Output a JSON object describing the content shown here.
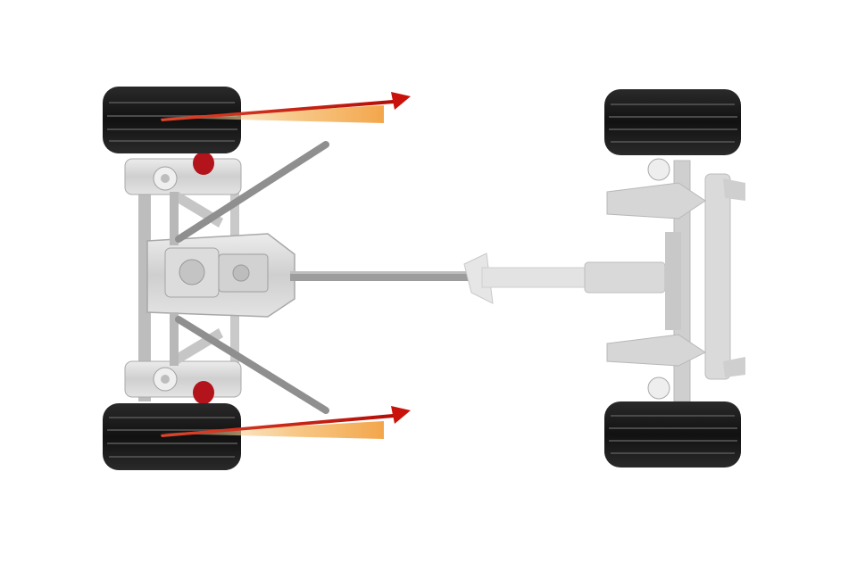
{
  "diagram": {
    "colors": {
      "background": "#ffffff",
      "tire": "#1b1b1b",
      "tire_groove": "#4a4a4a",
      "chassis": "#d4d4d4",
      "chassis_dark": "#a9a9a9",
      "chassis_light": "#e9e9e9",
      "arrow_red": "#c8120b",
      "arrow_glow": "#f7c98a",
      "brake_red": "#b3141c"
    },
    "components": [
      "rear-left-wheel",
      "rear-right-wheel",
      "front-left-wheel",
      "front-right-wheel",
      "rear-axle-assembly",
      "front-axle-assembly",
      "driveshaft",
      "toe-in-arrows"
    ]
  }
}
